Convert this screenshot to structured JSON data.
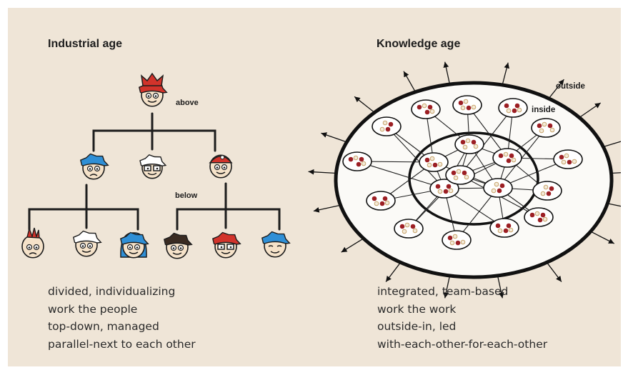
{
  "industrial": {
    "title": "Industrial age",
    "above_label": "above",
    "below_label": "below",
    "captions": [
      "divided, individualizing",
      "work the people",
      "top-down, managed",
      "parallel-next to each other"
    ]
  },
  "knowledge": {
    "title": "Knowledge age",
    "outside_label": "outside",
    "inside_label": "inside",
    "captions": [
      "integrated, team-based",
      "work the work",
      "outside-in, led",
      "with-each-other-for-each-other"
    ]
  },
  "colors": {
    "background": "#efe5d7",
    "ink": "#1d1d1d",
    "red_hair": "#d2332b",
    "blue_hair": "#2f8fd6",
    "skin": "#f5e2c9",
    "team_dot_red": "#9c1f24",
    "team_dot_tan": "#c8a36b"
  },
  "faces": [
    {
      "name": "king-face-icon",
      "hair": "red-crown"
    },
    {
      "name": "manager-face-blue-icon",
      "hair": "blue"
    },
    {
      "name": "manager-face-white-glasses-icon",
      "hair": "white"
    },
    {
      "name": "manager-face-red-cap-icon",
      "hair": "red-cap"
    },
    {
      "name": "worker-face-mohawk-icon",
      "hair": "dark-spike"
    },
    {
      "name": "worker-face-old-icon",
      "hair": "white"
    },
    {
      "name": "worker-face-blue-hair-icon",
      "hair": "blue"
    },
    {
      "name": "worker-face-bob-icon",
      "hair": "dark"
    },
    {
      "name": "worker-face-red-glasses-icon",
      "hair": "red"
    },
    {
      "name": "worker-face-blue-sleepy-icon",
      "hair": "blue"
    }
  ]
}
